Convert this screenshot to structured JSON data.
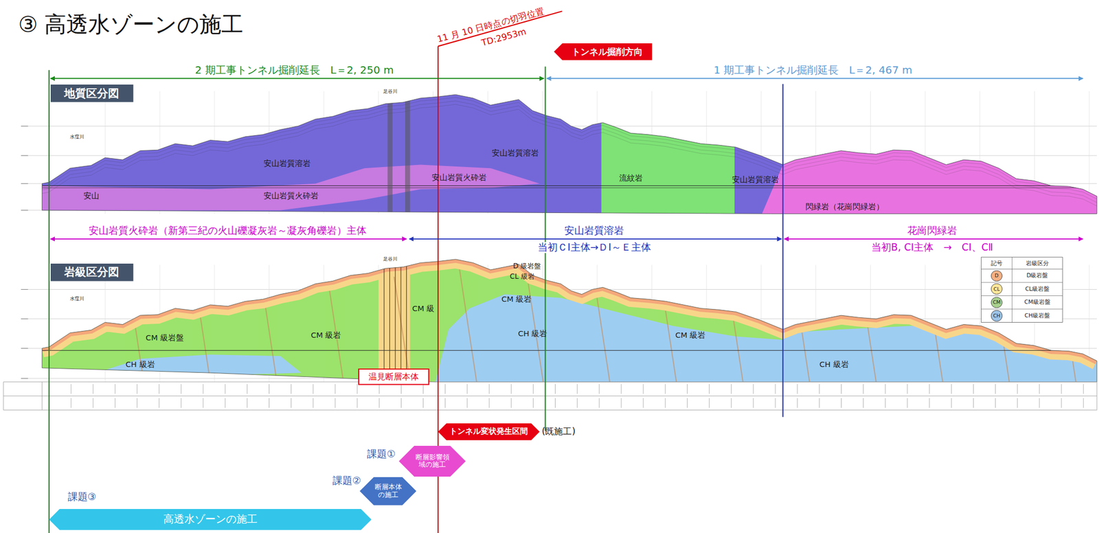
{
  "diagram": {
    "title": "③ 高透水ゾーンの施工",
    "nodes": [
      {
        "text": [
          "地質区分図"
        ]
      },
      {
        "text": [
          "岩級区分図"
        ]
      },
      {
        "text": [
          "トンネル掘削方向"
        ]
      },
      {
        "text": [
          "温見断層本体"
        ]
      },
      {
        "text": [
          "トンネル変状発生区間"
        ]
      },
      {
        "text": [
          "断層影響領域の施工"
        ]
      },
      {
        "text": [
          "断層本体の施工"
        ]
      },
      {
        "text": [
          "高透水ゾーンの施工"
        ]
      }
    ],
    "labels": [
      "11 月 10 日時点の切羽位置",
      "TD:2953m",
      "2 期工事トンネル掘削延長　L＝2, 250 m",
      "1 期工事トンネル掘削延長　L＝2, 467 m",
      "水窪川",
      "足谷川",
      "安山岩質溶岩",
      "安山岩質火砕岩",
      "安山岩質溶岩",
      "安山",
      "安山岩質火砕岩",
      "流紋岩",
      "安山岩質溶岩",
      "閃緑岩（花崗閃緑岩）",
      "安山岩質火砕岩（新第三紀の火山礫凝灰岩～凝灰角礫岩）主体",
      "安山岩質溶岩",
      "当初ＣⅠ主体→ＤⅠ～Ｅ主体",
      "花崗閃緑岩",
      "当初B, CⅠ主体　→　CⅠ、CⅡ",
      "水窪川",
      "足谷川",
      "CM 級岩盤",
      "CM 級岩",
      "CH 級岩",
      "CM 級",
      "D 級岩盤",
      "CL 級岩",
      "CM 級岩",
      "CH 級岩",
      "CM 級岩",
      "CH 級岩",
      "記号",
      "岩級区分",
      "D",
      "CL",
      "CM",
      "CH",
      "(既施工)",
      "課題①",
      "課題②",
      "課題③"
    ],
    "legend": [
      {
        "text": "D級岩盤",
        "color": "#f4b183"
      },
      {
        "text": "CL級岩盤",
        "color": "#ffe699"
      },
      {
        "text": "CM級岩盤",
        "color": "#a9d18e"
      },
      {
        "text": "CH級岩盤",
        "color": "#9dc3e6"
      }
    ]
  }
}
